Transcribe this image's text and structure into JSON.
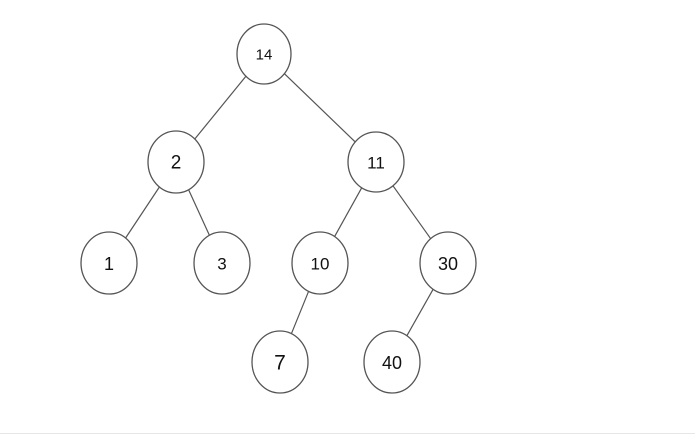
{
  "tree": {
    "nodes": [
      {
        "id": "n14",
        "label": "14"
      },
      {
        "id": "n2",
        "label": "2"
      },
      {
        "id": "n11",
        "label": "11"
      },
      {
        "id": "n1",
        "label": "1"
      },
      {
        "id": "n3",
        "label": "3"
      },
      {
        "id": "n10",
        "label": "10"
      },
      {
        "id": "n30",
        "label": "30"
      },
      {
        "id": "n7",
        "label": "7"
      },
      {
        "id": "n40",
        "label": "40"
      }
    ],
    "edges": [
      {
        "from": "n14",
        "to": "n2"
      },
      {
        "from": "n14",
        "to": "n11"
      },
      {
        "from": "n2",
        "to": "n1"
      },
      {
        "from": "n2",
        "to": "n3"
      },
      {
        "from": "n11",
        "to": "n10"
      },
      {
        "from": "n11",
        "to": "n30"
      },
      {
        "from": "n10",
        "to": "n7"
      },
      {
        "from": "n30",
        "to": "n40"
      }
    ]
  }
}
